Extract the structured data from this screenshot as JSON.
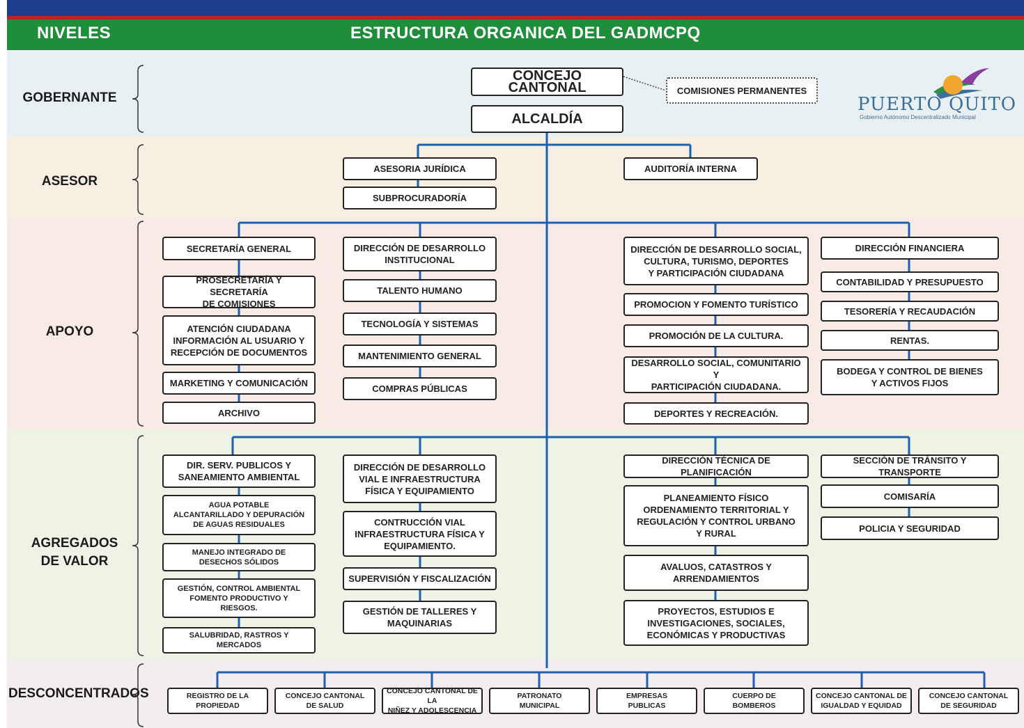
{
  "header": {
    "niveles": "NIVELES",
    "title": "ESTRUCTURA ORGANICA DEL GADMCPQ"
  },
  "logo": {
    "name": "PUERTO QUITO",
    "subtitle": "Gobierno Autónomo Descentralizado Municipal"
  },
  "levels": {
    "gobernante": "GOBERNANTE",
    "asesor": "ASESOR",
    "apoyo": "APOYO",
    "agregados": "AGREGADOS\nDE VALOR",
    "desconcentrados": "DESCONCENTRADOS"
  },
  "gobernante": {
    "concejo": "CONCEJO CANTONAL",
    "alcaldia": "ALCALDÍA",
    "comisiones": "COMISIONES PERMANENTES"
  },
  "asesor": {
    "juridica": "ASESORIA JURÍDICA",
    "subprocuraduria": "SUBPROCURADORÍA",
    "auditoria": "AUDITORÍA INTERNA"
  },
  "apoyo": {
    "col1": [
      "SECRETARÍA GENERAL",
      "PROSECRETARÍA Y SECRETARÍA\nDE COMISIONES",
      "ATENCIÓN CIUDADANA\nINFORMACIÓN AL USUARIO Y\nRECEPCIÓN DE DOCUMENTOS",
      "MARKETING Y COMUNICACIÓN",
      "ARCHIVO"
    ],
    "col2": [
      "DIRECCIÓN DE DESARROLLO\nINSTITUCIONAL",
      "TALENTO HUMANO",
      "TECNOLOGÍA Y SISTEMAS",
      "MANTENIMIENTO GENERAL",
      "COMPRAS PÚBLICAS"
    ],
    "col3": [
      "DIRECCIÓN DE DESARROLLO SOCIAL,\nCULTURA, TURISMO, DEPORTES\nY PARTICIPACIÓN CIUDADANA",
      "PROMOCION Y FOMENTO TURÍSTICO",
      "PROMOCIÓN DE LA CULTURA.",
      "DESARROLLO SOCIAL, COMUNITARIO Y\nPARTICIPACIÓN CIUDADANA.",
      "DEPORTES Y RECREACIÓN."
    ],
    "col4": [
      "DIRECCIÓN FINANCIERA",
      "CONTABILIDAD Y PRESUPUESTO",
      "TESORERÍA Y RECAUDACIÓN",
      "RENTAS.",
      "BODEGA Y CONTROL DE BIENES\nY ACTIVOS FIJOS"
    ]
  },
  "agregados": {
    "col1": [
      "DIR. SERV. PUBLICOS Y\nSANEAMIENTO AMBIENTAL",
      "AGUA POTABLE\nALCANTARILLADO Y DEPURACIÓN\nDE AGUAS RESIDUALES",
      "MANEJO INTEGRADO DE\nDESECHOS SÓLIDOS",
      "GESTIÓN, CONTROL AMBIENTAL\nFOMENTO PRODUCTIVO Y\nRIESGOS.",
      "SALUBRIDAD, RASTROS Y\nMERCADOS"
    ],
    "col2": [
      "DIRECCIÓN DE DESARROLLO\nVIAL E INFRAESTRUCTURA\nFÍSICA Y EQUIPAMIENTO",
      "CONTRUCCIÓN VIAL\nINFRAESTRUCTURA FÍSICA Y\nEQUIPAMIENTO.",
      "SUPERVISIÓN Y FISCALIZACIÓN",
      "GESTIÓN DE TALLERES Y\nMAQUINARIAS"
    ],
    "col3": [
      "DIRECCIÓN TÉCNICA DE PLANIFICACIÓN",
      "PLANEAMIENTO FÍSICO\nORDENAMIENTO TERRITORIAL Y\nREGULACIÓN Y CONTROL URBANO\nY RURAL",
      "AVALUOS, CATASTROS Y\nARRENDAMIENTOS",
      "PROYECTOS, ESTUDIOS E\nINVESTIGACIONES, SOCIALES,\nECONÓMICAS Y PRODUCTIVAS"
    ],
    "col4": [
      "SECCIÓN DE TRÁNSITO Y TRANSPORTE",
      "COMISARÍA",
      "POLICIA Y SEGURIDAD"
    ]
  },
  "desconcentrados": [
    "REGISTRO DE LA\nPROPIEDAD",
    "CONCEJO CANTONAL\nDE SALUD",
    "CONCEJO CANTONAL DE LA\nNIÑEZ Y ADOLESCENCIA",
    "PATRONATO\nMUNICIPAL",
    "EMPRESAS\nPUBLICAS",
    "CUERPO DE\nBOMBEROS",
    "CONCEJO CANTONAL DE\nIGUALDAD Y EQUIDAD",
    "CONCEJO CANTONAL\nDE SEGURIDAD"
  ]
}
